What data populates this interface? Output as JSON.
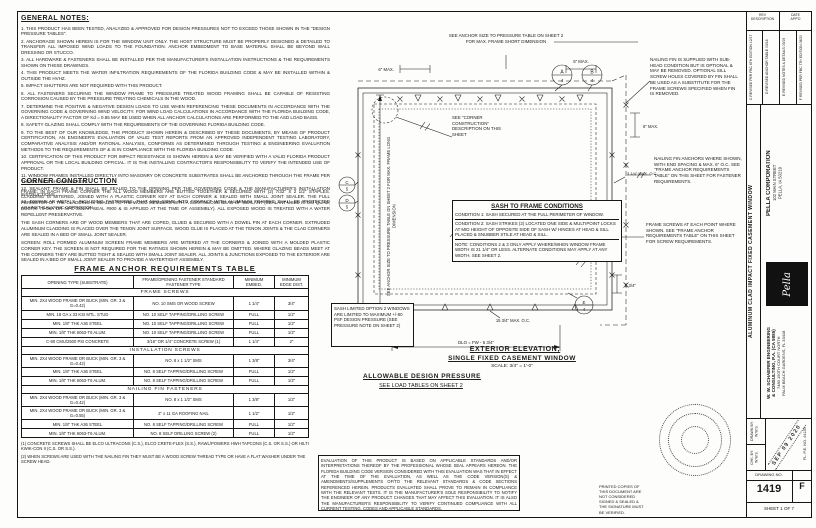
{
  "general_notes": {
    "title": "GENERAL NOTES:",
    "items": [
      "1. THIS PRODUCT HAS BEEN TESTED, ANALYZED & APPROVED FOR DESIGN PRESSURES NOT TO EXCEED THOSE SHOWN IN THE \"DESIGN PRESSURE TABLES\".",
      "2. ANCHORAGE SHOWN HEREIN IS FOR THE WINDOW UNIT ONLY. THE HOST STRUCTURE MUST BE PROPERLY DESIGNED & DETAILED TO TRANSFER ALL IMPOSED WIND LOADS TO THE FOUNDATION. ANCHOR EMBEDMENT TO BASE MATERIAL SHALL BE BEYOND WALL DRESSING OR STUCCO.",
      "3. ALL HARDWARE & FASTENERS SHALL BE INSTALLED PER THE MANUFACTURER'S INSTALLATION INSTRUCTIONS & THE REQUIREMENTS SHOWN ON THESE DRAWINGS.",
      "4. THIS PRODUCT MEETS THE WATER INFILTRATION REQUIREMENTS OF THE FLORIDA BUILDING CODE & MAY BE INSTALLED WITHIN & OUTSIDE THE HVHZ.",
      "5. IMPACT SHUTTERS ARE NOT REQUIRED WITH THIS PRODUCT.",
      "6. ALL FASTENERS SECURING THE WINDOW FRAME TO PRESSURE TREATED WOOD FRAMING SHALL BE CAPABLE OF RESISTING CORROSION CAUSED BY THE PRESSURE TREATING CHEMICALS IN THE WOOD.",
      "7. DETERMINE THE POSITIVE & NEGATIVE DESIGN LOADS TO USE WHEN REFERENCING THESE DOCUMENTS IN ACCORDANCE WITH THE GOVERNING CODE & GOVERNING WIND VELOCITY. FOR WIND LOAD CALCULATIONS IN ACCORDANCE WITH THE FLORIDA BUILDING CODE, A DIRECTIONALITY FACTOR OF Kd = 0.85 MAY BE USED WHEN ALL ANCHOR CALCULATIONS ARE PERFORMED TO THE ASD LOAD BASIS.",
      "8. SAFETY GLAZING SHALL COMPLY WITH THE REQUIREMENTS OF THE GOVERNING FLORIDA BUILDING CODE.",
      "9. TO THE BEST OF OUR KNOWLEDGE, THE PRODUCT SHOWN HEREIN & DESCRIBED BY THESE DOCUMENTS, BY MEANS OF PRODUCT CERTIFICATION, AN ENGINEER'S EVALUATION OF VALID TEST REPORTS FROM AN APPROVED INDEPENDENT TESTING LABORATORY, COMPARATIVE ANALYSIS AND/OR RATIONAL ANALYSIS, CONFORMS AS DETERMINED THROUGH TESTING & ENGINEERING EVALUATION METHODS TO THE REQUIREMENTS OF & IS IN COMPLIANCE WITH THE FLORIDA BUILDING CODE.",
      "10. CERTIFICATION OF THIS PRODUCT FOR IMPACT RESISTANCE IS SHOWN HEREIN & MAY BE VERIFIED WITH A VALID FLORIDA PRODUCT APPROVAL OR THE LOCAL BUILDING OFFICIAL. IT IS THE INSTALLING CONTRACTOR'S RESPONSIBILITY TO VERIFY THE INTENDED USE OF PRODUCT.",
      "11. WINDOW FRAMES INSTALLED DIRECTLY INTO MASONRY OR CONCRETE SUBSTRATES SHALL BE ANCHORED THROUGH THE FRAME PER THE DETAILS SHOWN HEREIN.",
      "12. SEALANT: FRAME & FIN SHALL BE SEALED TO THE OPENING PER THE GOVERNING CODE & THE MANUFACTURER'S INSTALLATION INSTRUCTIONS.",
      "13. DISSIMILAR METALS, INCLUDING FASTENERS, THAT MAY COME INTO CONTACT WITH ALUMINUM FRAMING SHALL BE PROTECTED AGAINST GALVANIC CORROSION."
    ]
  },
  "corner_construction": {
    "title": "CORNER CONSTRUCTION",
    "paragraphs": [
      "FRAME: IN EACH FRAME CORNER THE ALL WOOD MEMBERS ARE BUTTED TOGETHER & SECURED WITH (2) 7/32\" X 2 1/2\" STAPLES. CLADDING IS MITERED, JOINED WITH A PLASTIC CORNER KEY AT EACH CORNER & SEALED WITH SMALL JOINT SEALER. THE FULL PERIMETER OF THE CLADDING IS SEALED TO THE WOOD MEMBERS WITH A CONTINUOUS BEAD OF SEALANT (SEALANT USED IS OSI QUAD, BOSTIK 70-08A OR NPC SOLAR SEAL #900 & IS APPLIED AT THE TIME OF ASSEMBLY). ALL EXPOSED WOOD IS TREATED WITH A WATER REPELLENT PRESERVATIVE.",
      "THE SASH CORNERS ARE OF WOOD MEMBERS THAT ARE COPED, GLUED & SECURED WITH A DOWEL PIN AT EACH CORNER. EXTRUDED ALUMINUM CLADDING IS PLACED OVER THE TENON JOINT SURFACE. WOOD GLUE IS PLACED AT THE TENON JOINTS & THE CLAD CORNERS ARE SEALED IN A BED OF SMALL JOINT SEALER.",
      "SCREEN: ROLL FORMED ALUMINUM SCREEN FRAME MEMBERS ARE MITERED AT THE CORNERS & JOINED WITH A MOLDED PLASTIC CORNER KEY. THE SCREEN IS NOT REQUIRED FOR THE RATINGS SHOWN HEREIN & MAY BE OMITTED. WHERE GLAZING BEADS MEET AT THE CORNERS THEY ARE BUTTED TIGHT & SEALED WITH SMALL JOINT SEALER. ALL JOINTS & JUNCTIONS EXPOSED TO THE EXTERIOR ARE SEALED IN A BED OF SMALL JOINT SEALER TO PROVIDE A WATERTIGHT ASSEMBLY."
    ]
  },
  "anchor_table": {
    "title": "FRAME ANCHOR REQUIREMENTS TABLE",
    "headers": [
      "OPENING TYPE (SUBSTRATE)",
      "FRAME/OPENING FASTENER STANDARD FASTENER TYPE",
      "MINIMUM EMBED.",
      "MINIMUM EDGE DIST."
    ],
    "sections": [
      {
        "label": "FRAME SCREWS",
        "rows": [
          [
            "MIN. 2X4 WOOD FRAME OR BUCK (MIN. GR. 3 & G=0.42)",
            "NO. 10 SMS OR WOOD SCREW",
            "1 1/4\"",
            "3/4\""
          ],
          [
            "MIN. 18 GA x 33 KSI MTL. STUD",
            "NO. 10 SELF TAPPING/DRILLING SCREW",
            "FULL",
            "1/2\""
          ],
          [
            "MIN. 1/8\" THK A36 STEEL",
            "NO. 10 SELF TAPPING/DRILLING SCREW",
            "FULL",
            "1/2\""
          ],
          [
            "MIN. 1/8\" THK 6063-T6 ALUM.",
            "NO. 10 SELF TAPPING/DRILLING SCREW",
            "FULL",
            "1/2\""
          ],
          [
            "C-90 CMU/2500 PSI CONCRETE",
            "3/16\" OR 1/4\" CONCRETE SCREW (1)",
            "1 1/4\"",
            "2\""
          ]
        ]
      },
      {
        "label": "INSTALLATION SCREWS",
        "rows": [
          [
            "MIN. 2X4 WOOD FRAME OR BUCK (MIN. GR. 3 & G=0.42)",
            "NO. 8 x 1 1/2\" SMS",
            "1 3/8\"",
            "3/4\""
          ],
          [
            "MIN. 1/8\" THK A36 STEEL",
            "NO. 8 SELF TAPPING/DRILLING SCREW",
            "FULL",
            "1/2\""
          ],
          [
            "MIN. 1/8\" THK 6063-T6 ALUM.",
            "NO. 8 SELF TAPPING/DRILLING SCREW",
            "FULL",
            "1/2\""
          ]
        ]
      },
      {
        "label": "NAILING FIN FASTENERS",
        "rows": [
          [
            "MIN. 2X4 WOOD FRAME OR BUCK (MIN. GR. 3 & G=0.42)",
            "NO. 8 x 1 1/2\" SMS",
            "1 3/8\"",
            "1/2\""
          ],
          [
            "MIN. 2X4 WOOD FRAME OR BUCK (MIN. GR. 3 & G=0.55)",
            "2\" x 11 GA ROOFING NAIL",
            "1 1/2\"",
            "1/2\""
          ],
          [
            "MIN. 1/8\" THK A36 STEEL",
            "NO. 8 SELF TAPPING/DRILLING SCREW",
            "FULL",
            "1/2\""
          ],
          [
            "MIN. 1/8\" THK 6063-T6 ALUM.",
            "NO. 8 SELF DRILLING SCREW (2)",
            "FULL",
            "1/2\""
          ]
        ]
      }
    ],
    "footnotes": [
      "(1) CONCRETE SCREWS SHALL BE ELCO ULTRACONS (C.S.), ELCO CRETE-FLEX (S.S.), RAWL/POWERS HWH TAPCONS (C.S. OR S.S.) OR HILTI KWIK-CON II (C.S. OR S.S.).",
      "(2) WHEN SCREWS ARE USED WITH THE NAILING FIN THEY MUST BE A WOOD SCREW THREAD TYPE OR HAVE A FLAT WASHER UNDER THE SCREW HEAD."
    ]
  },
  "elevation": {
    "top_note": "SEE ANCHOR SIZE TO PRESSURE TABLE ON SHEET 2 FOR MAX. FRAME SHORT DIMENSION",
    "side_note": "SEE ANCHOR SIZE TO PRESSURE TABLE ON SHEET 2 FOR MAX. FRAME LONG DIMENSION",
    "corner_note": "SEE \"CORNER CONSTRUCTION\" DESCRIPTION ON THIS SHEET",
    "dims": {
      "six_left": "6\" MAX.",
      "six_top_right": "6\" MAX.",
      "six_right": "6\" MAX.",
      "oc": "15 3/4\" MAX. O.C.",
      "oc_right": "3 1/4\" MAX. O.C.",
      "dlo": "DLO = FW - 5 3/4\"",
      "five34": "5 3/4\""
    },
    "details": [
      {
        "l": "A",
        "n": "4"
      },
      {
        "l": "B",
        "n": "4"
      },
      {
        "l": "C",
        "n": "5"
      },
      {
        "l": "D",
        "n": "5"
      },
      {
        "l": "E",
        "n": "4"
      }
    ],
    "sash_box": {
      "title": "SASH TO FRAME CONDITIONS",
      "cond1": "CONDITION 1: SASH SECURED AT THE FULL PERIMETER OF WINDOW.",
      "cond2": "CONDITION 2: SASH STRIKES (2) LOCATED ONE SIDE & MULTIPOINT LOCKS AT MID HEIGHT OF OPPOSITE SIDE OF SASH W/ HINGES AT HEAD & SILL PLACED & SNUBBER STILE AT HEAD & SILL.",
      "note": "NOTE: CONDITIONS 2 & 3 ONLY APPLY WHERE/WHEN WINDOW FRAME WIDTH IS 21 1/4\" OR LESS. ALTERNATE CONDITIONS MAY APPLY AT ANY WIDTH. SEE SHEET 2."
    },
    "pressure_box": "SASH LIMITED OPTION 2 WINDOWS ARE LIMITED TO MAXIMUM +/-80 PSF DESIGN PRESSURE (SEE PRESSURE NOTE ON SHEET 2)",
    "title1": "EXTERIOR ELEVATION;",
    "title2": "SINGLE FIXED CASEMENT WINDOW",
    "scale": "SCALE: 3/4\" = 1'-0\"",
    "adp1": "ALLOWABLE DESIGN PRESSURE",
    "adp2": "SEE LOAD TABLES ON SHEET 2"
  },
  "right_notes": {
    "n1": "NAILING FIN IS SUPPLIED WITH SUB-HEAD CONDITION BUT IS OPTIONAL & MAY BE REMOVED. OPTIONAL SILL SCREW HOLES COVERED BY FIN SHALL BE USED AS A SUBSTITUTE FOR THE FRAME SCREWS SPECIFIED WHEN FIN IS REMOVED.",
    "n2": "NAILING FIN ANCHORS WHERE SHOWN, WITH END SPACING & MAX. 6\" O.C. SEE \"FRAME ANCHOR REQUIREMENTS TABLE\" ON THIS SHEET FOR FASTENER REQUIREMENTS.",
    "n3": "FRAME SCREWS AT EACH POINT WHERE SHOWN. SEE \"FRAME ANCHOR REQUIREMENTS TABLE\" ON THIS SHEET FOR SCREW REQUIREMENTS."
  },
  "disclaimer": "EVALUATION OF THIS PRODUCT IS BASED ON APPLICABLE STANDARDS AND/OR INTERPRETATIONS THEREOF BY THE PROFESSIONAL WHOSE SEAL APPEARS HEREON. THE FLORIDA BUILDING CODE VERSION CONSIDERED WITH THIS EVALUATION WAS THAT IN EFFECT AT THE TIME OF THE EVALUATION, AS WELL AS THE CODE VERSION(S) & AMENDMENTS/SUPPLEMENTS OF/TO THE RELEVANT STANDARDS & CODE SECTIONS REFERENCED HEREIN. PRODUCTS EVALUATED SHALL PROVE TO REMAIN IN COMPLIANCE WITH THE RELEVANT TESTS. IT IS THE MANUFACTURER'S SOLE RESPONSIBILITY TO NOTIFY THE ENGINEER OF ANY PRODUCT CHANGES THAT MAY AFFECT THIS EVALUATION. IT IS ALSO THE MANUFACTURER'S RESPONSIBILITY TO VERIFY CONTINUED COMPLIANCE WITH ALL CURRENT TESTING, CODES AND APPLICABLE STANDARDS.",
  "seal_note": "PRINTED COPIES OF THIS DOCUMENT ARE NOT CONSIDERED SIGNED & SEALED & THE SIGNATURE MUST BE VERIFIED.",
  "title_block": {
    "rev_head": {
      "c1a": "REV",
      "c1b": "DESCRIPTION",
      "c2a": "DATE",
      "c2b": "APP'D"
    },
    "revisions": [
      "C  REVISED PER FBC 6TH EDITION  12/17",
      "D  REVISED ANCHOR TABLE  03/18",
      "E  REVISED NOTES & DETAILS  05/19",
      "F  REVISED PER FBC 7TH EDITION  08/20"
    ],
    "drawing_title": "ALUMINUM CLAD IMPACT FIXED CASEMENT WINDOW",
    "company": "PELLA CORPORATION",
    "company_addr1": "102 MAIN STREET",
    "company_addr2": "PELLA, IA 50219",
    "logo": "Pella",
    "eng1": "W. W. SCHAEFER ENGINEERING",
    "eng2": "& CONSULTING, P.A. (CA 9885)",
    "eng3": "7480 150TH COURT NORTH",
    "eng4": "PALM BEACH GARDENS, FL 33418",
    "drawn_by": "DRAWN BY: W.W.S.",
    "chk_by": "CHK. BY: W.W.S.",
    "stamp_date": "SEP 09 2020",
    "pe": "FL. P.E. NO. 44135",
    "dwg_label": "DRAWING NO.",
    "dwg_no": "1419",
    "rev": "F",
    "sheet": "SHEET 1 OF 7"
  }
}
